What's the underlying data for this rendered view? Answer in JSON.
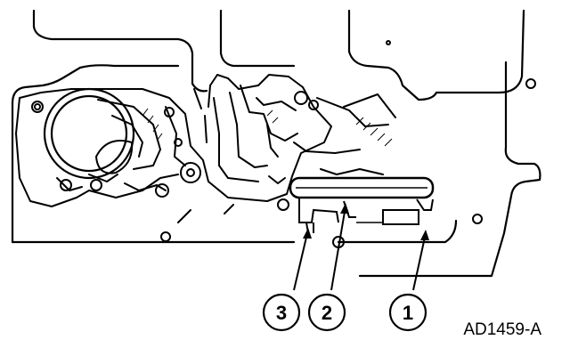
{
  "figure_id": "AD1459-A",
  "callouts": [
    {
      "number": "3"
    },
    {
      "number": "2"
    },
    {
      "number": "1"
    }
  ],
  "colors": {
    "ink": "#000000",
    "paper": "#ffffff"
  }
}
